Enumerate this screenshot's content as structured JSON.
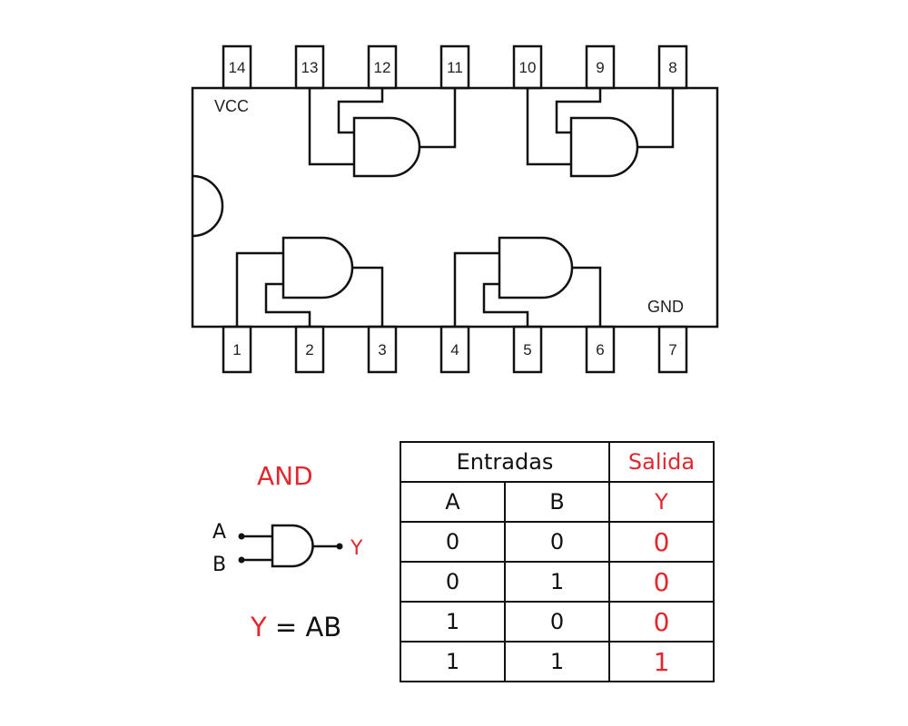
{
  "chip": {
    "vcc_label": "VCC",
    "gnd_label": "GND",
    "top_pins": [
      "14",
      "13",
      "12",
      "11",
      "10",
      "9",
      "8"
    ],
    "bottom_pins": [
      "1",
      "2",
      "3",
      "4",
      "5",
      "6",
      "7"
    ]
  },
  "gate": {
    "title": "AND",
    "input_a": "A",
    "input_b": "B",
    "output": "Y",
    "equation_output": "Y",
    "equation_rest": " = AB"
  },
  "truth_table": {
    "group_inputs": "Entradas",
    "group_output": "Salida",
    "col_a": "A",
    "col_b": "B",
    "col_y": "Y",
    "rows": [
      {
        "a": "0",
        "b": "0",
        "y": "0"
      },
      {
        "a": "0",
        "b": "1",
        "y": "0"
      },
      {
        "a": "1",
        "b": "0",
        "y": "0"
      },
      {
        "a": "1",
        "b": "1",
        "y": "1"
      }
    ]
  }
}
